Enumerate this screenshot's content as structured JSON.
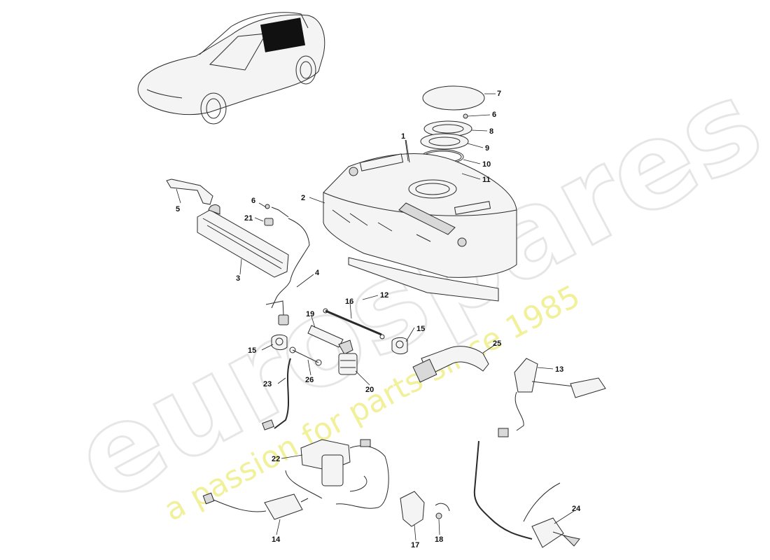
{
  "watermark": {
    "brand": "eurospares",
    "tagline": "a passion for parts since 1985",
    "brand_color": "#e6e6e6",
    "tagline_color": "#efee8a"
  },
  "callouts": [
    {
      "id": "1",
      "label": "1"
    },
    {
      "id": "2",
      "label": "2"
    },
    {
      "id": "3",
      "label": "3"
    },
    {
      "id": "4",
      "label": "4"
    },
    {
      "id": "5",
      "label": "5"
    },
    {
      "id": "6a",
      "label": "6"
    },
    {
      "id": "6b",
      "label": "6"
    },
    {
      "id": "7",
      "label": "7"
    },
    {
      "id": "8",
      "label": "8"
    },
    {
      "id": "9",
      "label": "9"
    },
    {
      "id": "10",
      "label": "10"
    },
    {
      "id": "11",
      "label": "11"
    },
    {
      "id": "12",
      "label": "12"
    },
    {
      "id": "13",
      "label": "13"
    },
    {
      "id": "14",
      "label": "14"
    },
    {
      "id": "15a",
      "label": "15"
    },
    {
      "id": "15b",
      "label": "15"
    },
    {
      "id": "16",
      "label": "16"
    },
    {
      "id": "17",
      "label": "17"
    },
    {
      "id": "18",
      "label": "18"
    },
    {
      "id": "19",
      "label": "19"
    },
    {
      "id": "20",
      "label": "20"
    },
    {
      "id": "21",
      "label": "21"
    },
    {
      "id": "22",
      "label": "22"
    },
    {
      "id": "23",
      "label": "23"
    },
    {
      "id": "24",
      "label": "24"
    },
    {
      "id": "25",
      "label": "25"
    },
    {
      "id": "26",
      "label": "26"
    }
  ]
}
